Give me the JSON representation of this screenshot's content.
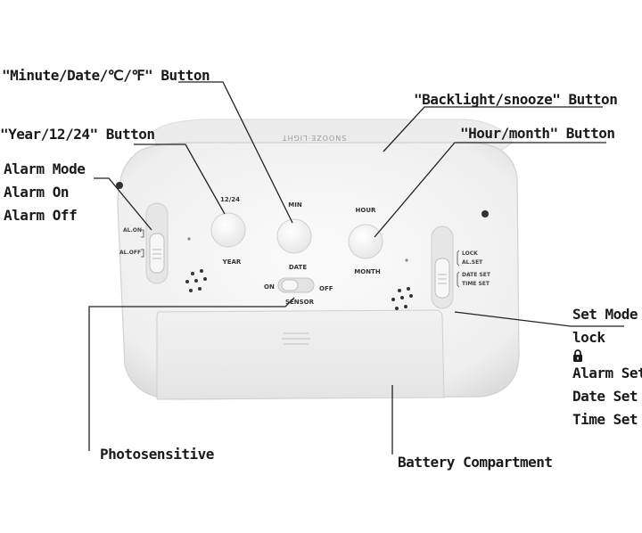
{
  "callouts": {
    "minute_date": "\"Minute/Date/℃/℉\" Button",
    "backlight": "\"Backlight/snooze\" Button",
    "year": "\"Year/12/24\" Button",
    "hour": "\"Hour/month\" Button",
    "alarm_mode": [
      "Alarm Mode",
      "Alarm On",
      "Alarm Off"
    ],
    "set_mode": {
      "title": "Set Mode",
      "lock": "lock",
      "items": [
        "Alarm Set",
        "Date Set",
        "Time Set"
      ]
    },
    "photosensitive": "Photosensitive",
    "battery": "Battery Compartment"
  },
  "device": {
    "top_label": "SNOOZE·LIGHT",
    "btn_1224": "12/24",
    "btn_year": "YEAR",
    "btn_min": "MIN",
    "btn_date": "DATE",
    "btn_hour": "HOUR",
    "btn_month": "MONTH",
    "sensor_on": "ON",
    "sensor_off": "OFF",
    "sensor": "SENSOR",
    "al_on": "AL.ON",
    "al_off": "AL.OFF",
    "lock": "LOCK",
    "al_set": "AL.SET",
    "date_set": "DATE SET",
    "time_set": "TIME SET"
  },
  "colors": {
    "body": "#f4f4f4",
    "edge": "#d9d9d9",
    "line": "#222222",
    "text": "#1a1a1a"
  }
}
